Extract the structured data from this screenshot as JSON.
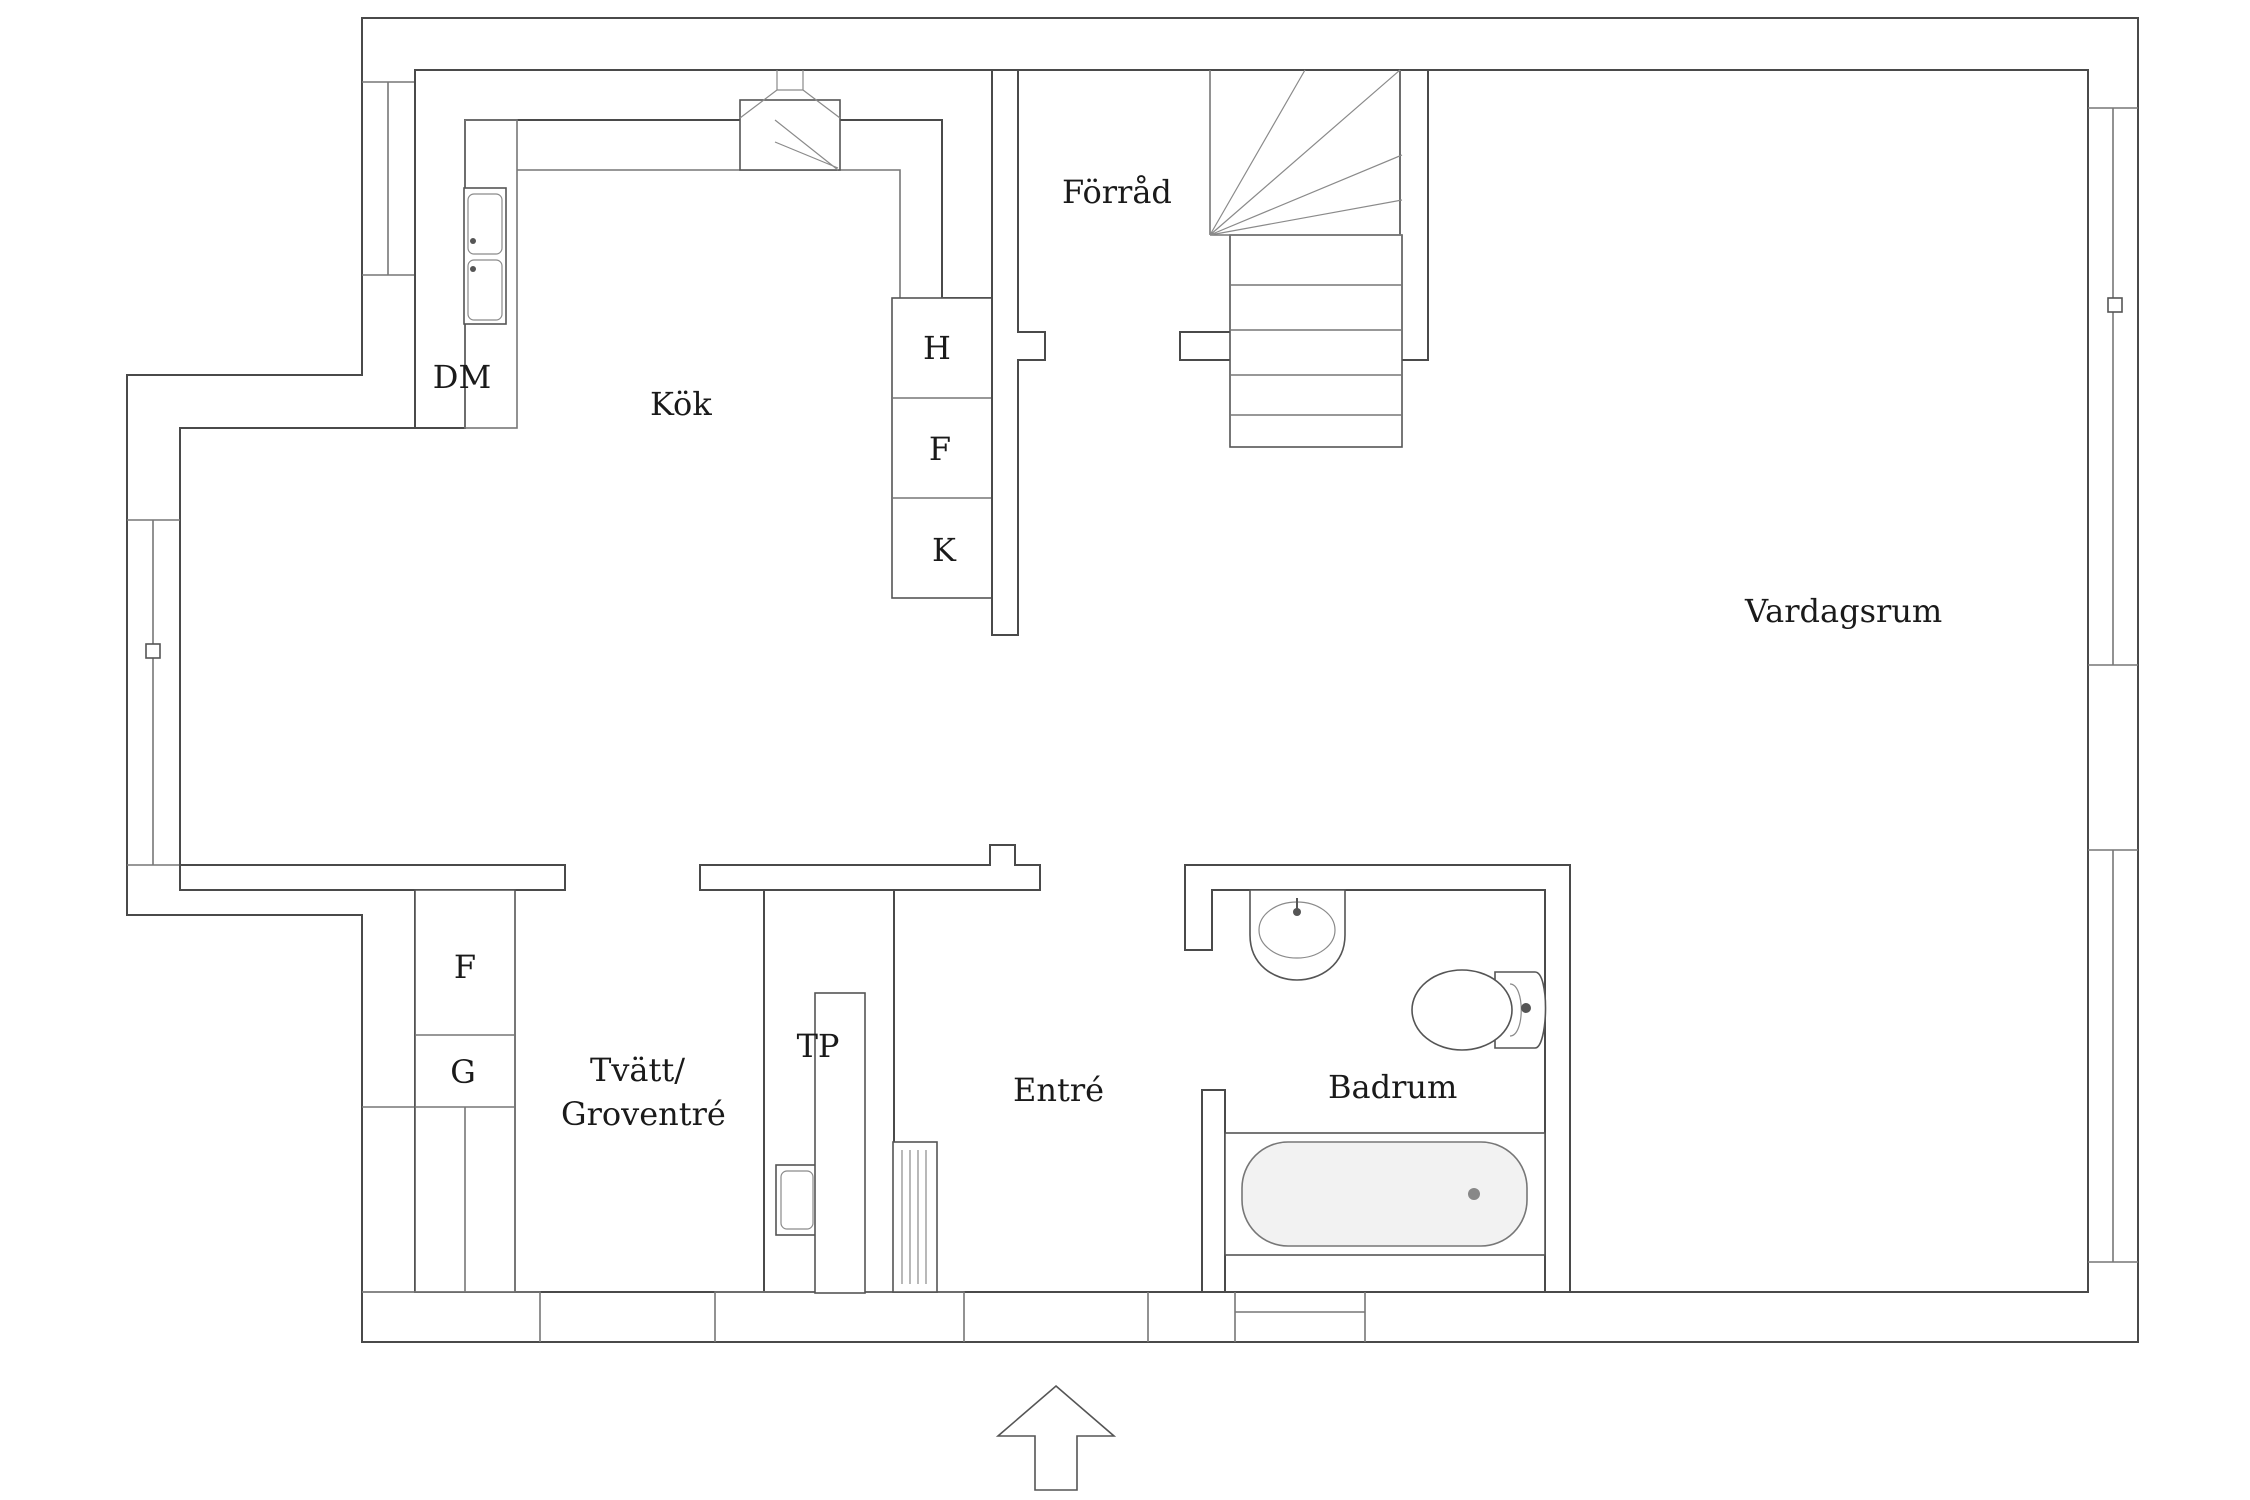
{
  "rooms": {
    "kok": "Kök",
    "forrad": "Förråd",
    "vardagsrum": "Vardagsrum",
    "tvatt_line1": "Tvätt/",
    "tvatt_line2": "Groventré",
    "entre": "Entré",
    "badrum": "Badrum"
  },
  "appliances": {
    "dm": "DM",
    "h": "H",
    "f_kitchen": "F",
    "k": "K",
    "f_laundry": "F",
    "g": "G",
    "tp": "TP"
  },
  "icons": {
    "entrance": "entrance-arrow-icon",
    "sink": "kitchen-sink-icon",
    "hood": "range-hood-icon",
    "stairs": "staircase-icon",
    "washbasin": "washbasin-icon",
    "toilet": "toilet-icon",
    "bathtub": "bathtub-icon",
    "radiator": "radiator-icon"
  }
}
